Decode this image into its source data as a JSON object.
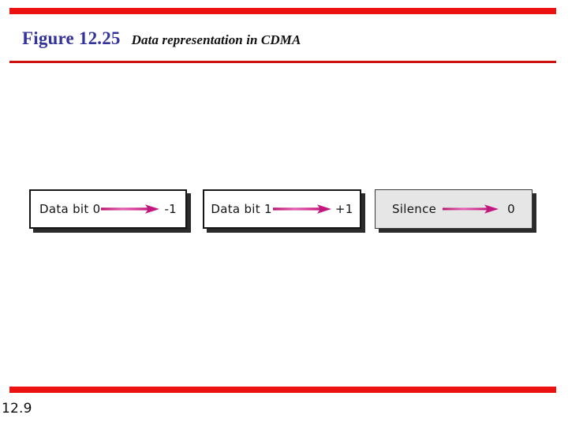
{
  "slide": {
    "title_figure": "Figure 12.25",
    "title_caption": "Data representation in CDMA",
    "footer_number": "12.9",
    "colors": {
      "rule_bright_red": "#ee1111",
      "rule_dark_red": "#cc1111",
      "title_blue": "#333399",
      "arrow_magenta": "#c2187e",
      "arrow_magenta_light": "#e85fb5",
      "box_border": "#151515",
      "box_shadow": "#2b2b2b",
      "box_gray_fill": "#e6e6e6"
    }
  },
  "diagram": {
    "mappings": [
      {
        "id": "data-bit-0",
        "label": "Data bit 0",
        "arrow": "right-arrow-icon",
        "value": "-1",
        "fill": "white"
      },
      {
        "id": "data-bit-1",
        "label": "Data bit 1",
        "arrow": "right-arrow-icon",
        "value": "+1",
        "fill": "white"
      },
      {
        "id": "silence",
        "label": "Silence",
        "arrow": "right-arrow-icon",
        "value": "0",
        "fill": "gray"
      }
    ]
  }
}
